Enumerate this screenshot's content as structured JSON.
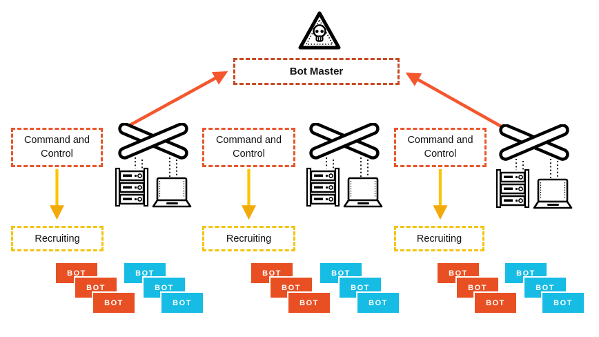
{
  "hazard_icon": "skull-warning-triangle",
  "bot_master": {
    "label": "Bot Master"
  },
  "clusters": [
    {
      "id": "left",
      "command_control_label": "Command and Control",
      "recruiting_label": "Recruiting",
      "switch_icon": "network-switch-x",
      "server_icon": "server-rack",
      "computer_icon": "laptop",
      "bots_orange": [
        "BOT",
        "BOT",
        "BOT"
      ],
      "bots_cyan": [
        "BOT",
        "BOT",
        "BOT"
      ]
    },
    {
      "id": "middle",
      "command_control_label": "Command and Control",
      "recruiting_label": "Recruiting",
      "switch_icon": "network-switch-x",
      "server_icon": "server-rack",
      "computer_icon": "laptop",
      "bots_orange": [
        "BOT",
        "BOT",
        "BOT"
      ],
      "bots_cyan": [
        "BOT",
        "BOT",
        "BOT"
      ]
    },
    {
      "id": "right",
      "command_control_label": "Command and Control",
      "recruiting_label": "Recruiting",
      "switch_icon": "network-switch-x",
      "server_icon": "server-rack",
      "computer_icon": "laptop",
      "bots_orange": [
        "BOT",
        "BOT",
        "BOT"
      ],
      "bots_cyan": [
        "BOT",
        "BOT",
        "BOT"
      ]
    }
  ],
  "colors": {
    "bot_master_border": "#C64A24",
    "command_control_border": "#E7572B",
    "recruiting_border": "#F2C40E",
    "attack_arrow": "#F4572E",
    "recruit_arrow": "#FBC405",
    "bot_orange": "#E85023",
    "bot_cyan": "#16BCE4"
  }
}
